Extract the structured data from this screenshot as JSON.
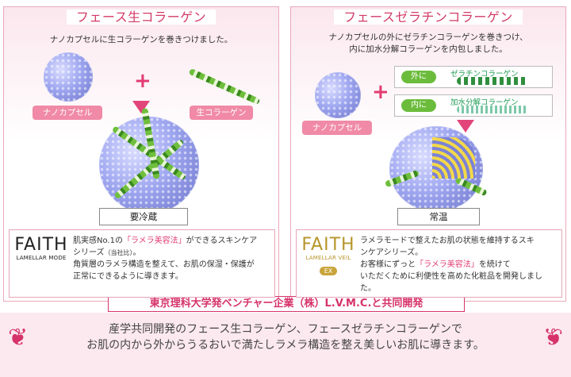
{
  "left": {
    "title": "フェース生コラーゲン",
    "description": "ナノカプセルに生コラーゲンを巻きつけました。",
    "nanocapsule_label": "ナノカプセル",
    "collagen_label": "生コラーゲン",
    "plus": "+",
    "storage_label": "要冷蔵",
    "faith": {
      "logo_word": "FAITH",
      "logo_sub": "LAMELLAR MODE",
      "line1_pre": "肌実感No.1の",
      "line1_highlight": "「ラメラ美容法」",
      "line1_post": "ができるスキンケア",
      "line2": "シリーズ",
      "line2_note": "（当社比）",
      "line2_end": "。",
      "line3": "角質層のラメラ構造を整えて、お肌の保湿・保護が",
      "line4": "正常にできるように導きます。"
    }
  },
  "right": {
    "title": "フェースゼラチンコラーゲン",
    "description_line1": "ナノカプセルの外にゼラチンコラーゲンを巻きつけ、",
    "description_line2": "内に加水分解コラーゲンを内包しました。",
    "nanocapsule_label": "ナノカプセル",
    "plus": "+",
    "outer_tag": "外に",
    "outer_name": "ゼラチンコラーゲン",
    "inner_tag": "内に",
    "inner_name": "加水分解コラーゲン",
    "storage_label": "常温",
    "faith": {
      "logo_word": "FAITH",
      "logo_sub": "LAMELLAR VEIL",
      "logo_badge": "EX",
      "line1": "ラメラモードで整えたお肌の状態を維持するスキ",
      "line2": "ンケアシリーズ。",
      "line3_pre": "お客様にずっと",
      "line3_highlight": "「ラメラ美容法」",
      "line3_post": "を続けて",
      "line4": "いただくために利便性を高めた化粧品を開発しました。"
    }
  },
  "banner": "東京理科大学発ベンチャー企業（株）L.V.M.C.と共同開発",
  "bottom": {
    "line1": "産学共同開発のフェース生コラーゲン、フェースゼラチンコラーゲンで",
    "line2": "お肌の内から外からうるおいで満たしラメラ構造を整え美しいお肌に導きます。"
  },
  "colors": {
    "accent": "#d6336a",
    "pill": "#f08aa7",
    "green": "#6cbc3c",
    "band": "#fce9ef"
  },
  "icons": {
    "left_flourish": "flourish-left-icon",
    "right_flourish": "flourish-right-icon"
  }
}
